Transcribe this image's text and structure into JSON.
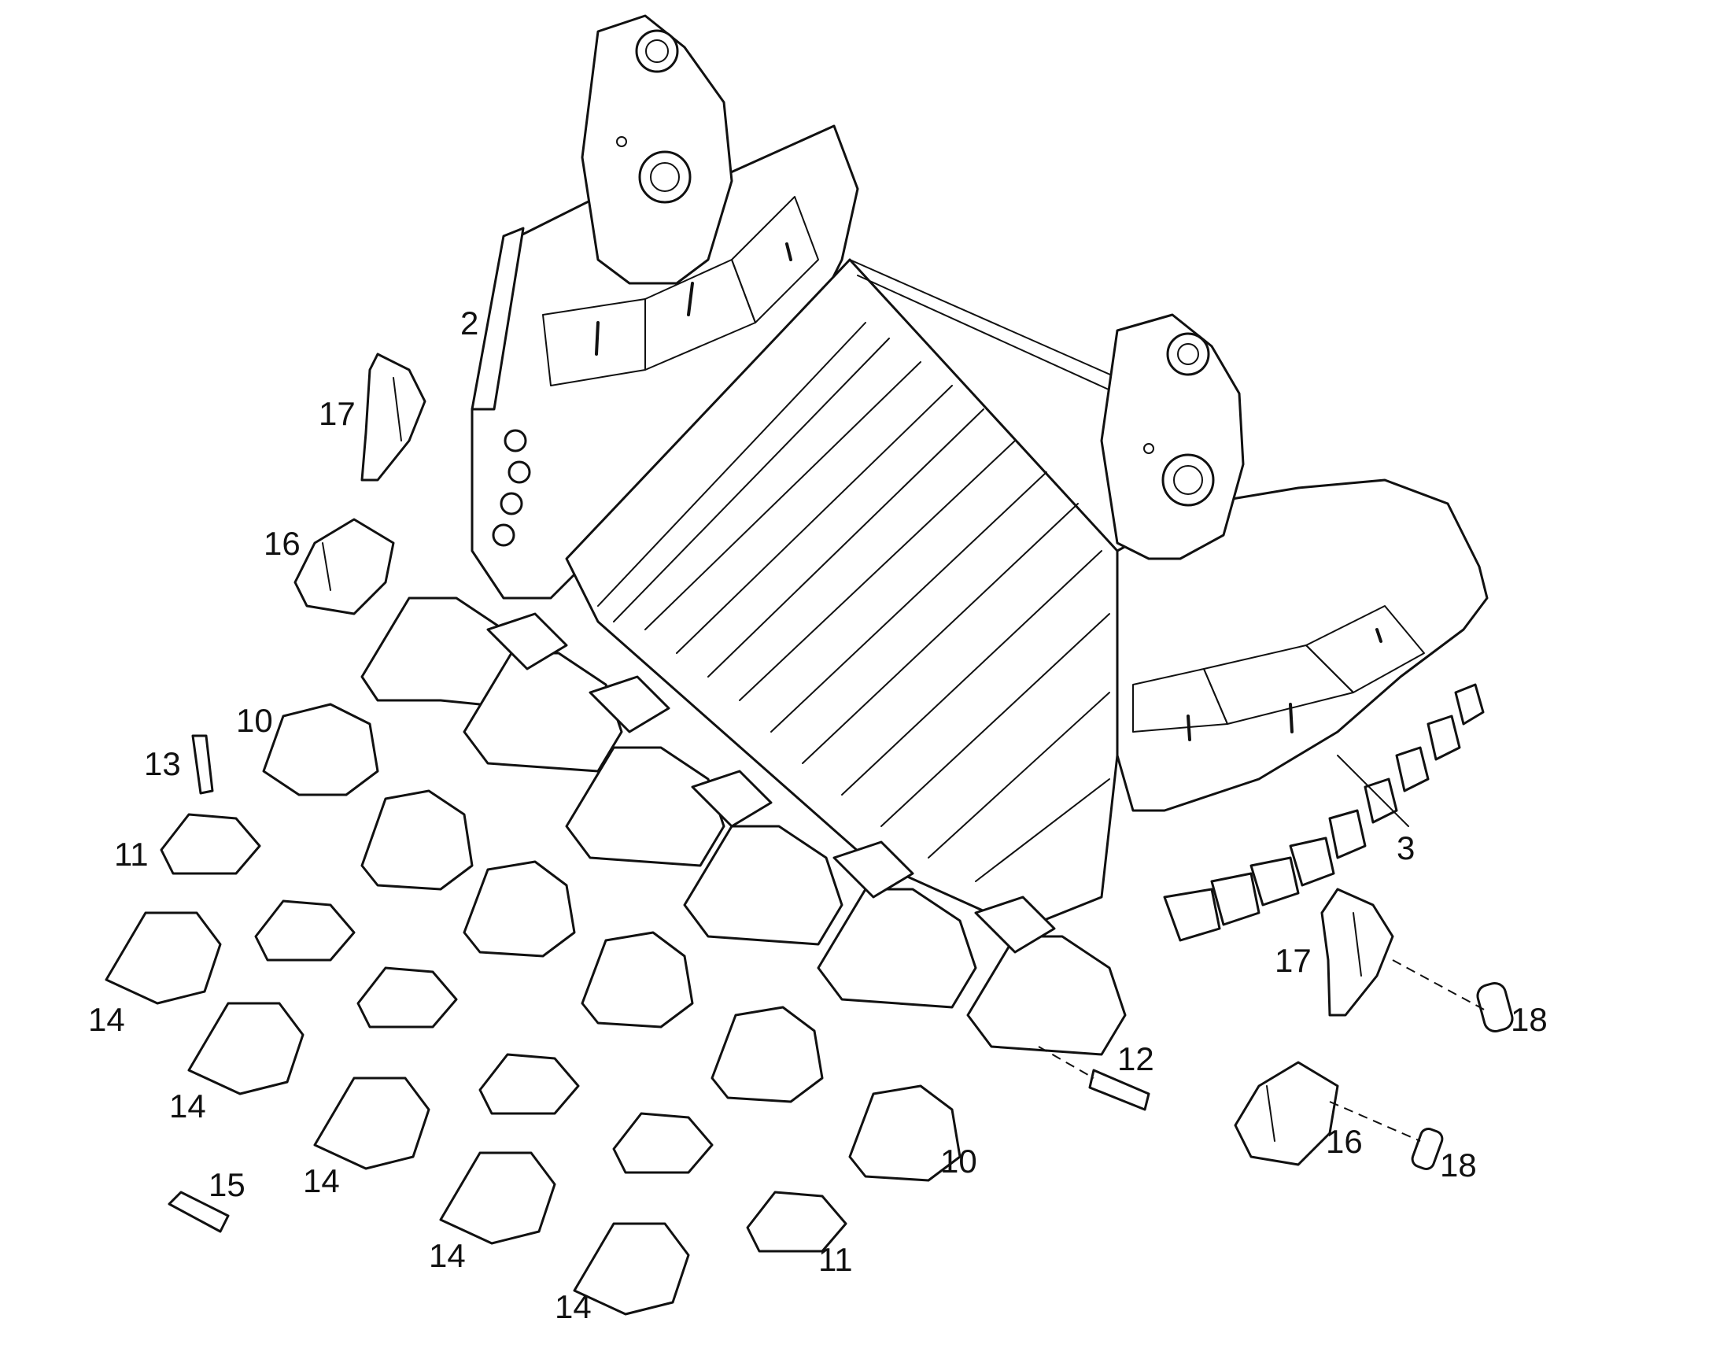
{
  "callouts": {
    "c2": "2",
    "c3": "3",
    "c10a": "10",
    "c10b": "10",
    "c11a": "11",
    "c11b": "11",
    "c12": "12",
    "c13": "13",
    "c14a": "14",
    "c14b": "14",
    "c14c": "14",
    "c14d": "14",
    "c14e": "14",
    "c15": "15",
    "c16a": "16",
    "c16b": "16",
    "c17a": "17",
    "c17b": "17",
    "c18a": "18",
    "c18b": "18"
  },
  "colors": {
    "ink": "#111111",
    "paper": "#ffffff"
  }
}
